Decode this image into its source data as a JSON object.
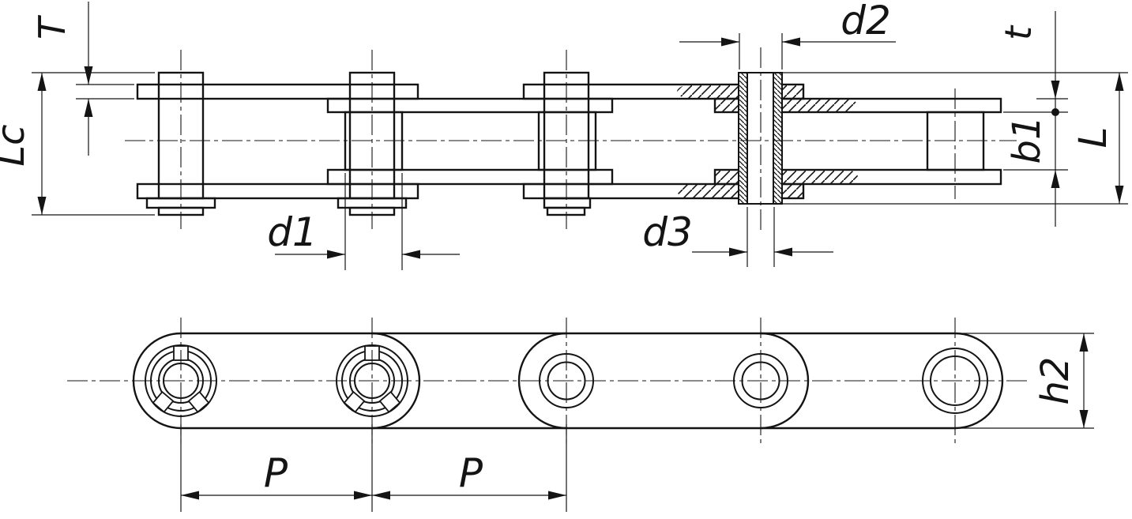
{
  "labels": {
    "T": "T",
    "Lc": "Lc",
    "d1": "d1",
    "d2": "d2",
    "d3": "d3",
    "t": "t",
    "b1": "b1",
    "L": "L",
    "P1": "P",
    "P2": "P",
    "h2": "h2"
  },
  "colors": {
    "line": "#141414",
    "background": "#ffffff"
  }
}
